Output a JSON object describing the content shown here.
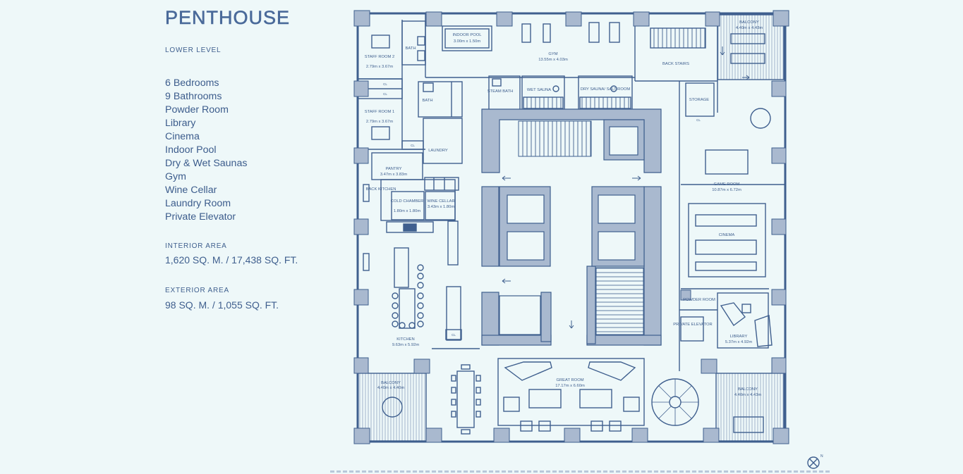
{
  "header": {
    "title": "PENTHOUSE",
    "level": "LOWER LEVEL"
  },
  "amenities": [
    "6 Bedrooms",
    "9 Bathrooms",
    "Powder Room",
    "Library",
    "Cinema",
    "Indoor Pool",
    "Dry & Wet Saunas",
    "Gym",
    "Wine Cellar",
    "Laundry Room",
    "Private Elevator"
  ],
  "areas": {
    "interior_label": "INTERIOR AREA",
    "interior_value": "1,620 SQ. M. / 17,438 SQ. FT.",
    "exterior_label": "EXTERIOR AREA",
    "exterior_value": "98 SQ. M. / 1,055 SQ. FT."
  },
  "rooms": {
    "indoor_pool": "INDOOR POOL",
    "indoor_pool_dim": "3.00m x 1.50m",
    "gym": "GYM",
    "gym_dim": "13.55m x 4.03m",
    "balcony": "BALCONY",
    "balcony_ne_dim": "4.40m x 4.43m",
    "balcony_sw_dim": "4.40m x 4.40m",
    "balcony_se_dim": "4.40m x 4.43m",
    "back_stairs": "BACK STAIRS",
    "staff_room_2": "STAFF ROOM 2",
    "staff_room_2_dim": "2.79m x 3.67m",
    "staff_room_1": "STAFF ROOM 1",
    "staff_room_1_dim": "2.79m x 3.67m",
    "bath": "BATH",
    "steam_bath": "STEAM BATH",
    "wet_sauna": "WET SAUNA",
    "dry_sauna": "DRY SAUNA/ SALT ROOM",
    "storage": "STORAGE",
    "laundry": "LAUNDRY",
    "pantry": "PANTRY",
    "pantry_dim": "3.47m x 3.83m",
    "back_kitchen": "BACK KITCHEN",
    "cold_chamber": "COLD CHAMBER",
    "cold_chamber_dim": "1.80m x 1.80m",
    "wine_cellar": "WINE CELLAR",
    "wine_cellar_dim": "3.43m x 1.80m",
    "game_room": "GAME ROOM",
    "game_room_dim": "10.87m x 6.72m",
    "cinema": "CINEMA",
    "powder_room": "POWDER ROOM",
    "private_elevator": "PRIVATE ELEVATOR",
    "library": "LIBRARY",
    "library_dim": "5.37m x 4.92m",
    "kitchen": "KITCHEN",
    "kitchen_dim": "9.63m x 5.92m",
    "great_room": "GREAT ROOM",
    "great_room_dim": "17.17m x 6.60m",
    "closet": "CL",
    "north": "N"
  },
  "colors": {
    "background": "#eef8f9",
    "line": "#3f5f8e",
    "core_fill": "#a9b9cf",
    "hatch": "#8fa3c0"
  }
}
